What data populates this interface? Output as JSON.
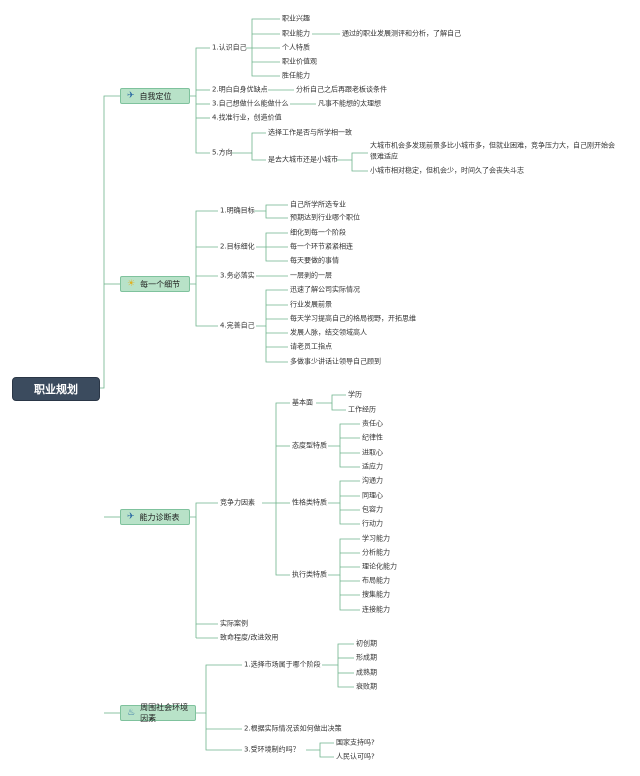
{
  "root": "职业规划",
  "s1": {
    "label": "自我定位",
    "icon": "paper-plane-icon",
    "b1": {
      "label": "1.认识自己",
      "items": [
        "职业兴趣",
        "职业能力",
        "个人特质",
        "职业价值观",
        "胜任能力"
      ],
      "note": "通过的职业发展测评和分析，了解自己"
    },
    "b2": {
      "label": "2.明白自身优缺点",
      "note": "分析自己之后再跟老板谈条件"
    },
    "b3": {
      "label": "3.自己想做什么能做什么",
      "note": "凡事不能想的太理想"
    },
    "b4": {
      "label": "4.找准行业，创造价值"
    },
    "b5": {
      "label": "5.方向",
      "c1": "选择工作是否与所学相一致",
      "c2": "是去大城市还是小城市",
      "d1a": "大城市机会多发现前景多比小城市多，但就业困难，竞争压力大，自己刚开始会",
      "d1b": "很难适应",
      "d2": "小城市相对稳定，但机会少，时间久了会丧失斗志"
    }
  },
  "s2": {
    "label": "每一个细节",
    "icon": "sun-icon",
    "b1": {
      "label": "1.明确目标",
      "items": [
        "自己所学所选专业",
        "预期达到行业哪个职位"
      ]
    },
    "b2": {
      "label": "2.目标细化",
      "items": [
        "细化到每一个阶段",
        "每一个环节紧紧相连",
        "每天要做的事情"
      ]
    },
    "b3": {
      "label": "3.务必落实",
      "note": "一层剥的一层"
    },
    "b4": {
      "label": "4.完善自己",
      "items": [
        "迅速了解公司实际情况",
        "行业发展前景",
        "每天学习提高自己的格局视野，开拓思维",
        "发展人脉，结交领域高人",
        "请老员工指点",
        "多做事少讲话让领导自己顾到"
      ]
    }
  },
  "s3": {
    "label": "能力诊断表",
    "icon": "paper-plane-icon",
    "b1": {
      "label": "竞争力因素",
      "c1": {
        "label": "基本面",
        "items": [
          "学历",
          "工作经历"
        ]
      },
      "c2": {
        "label": "态度型特质",
        "items": [
          "责任心",
          "纪律性",
          "进取心",
          "适应力"
        ]
      },
      "c3": {
        "label": "性格类特质",
        "items": [
          "沟通力",
          "同理心",
          "包容力",
          "行动力"
        ]
      },
      "c4": {
        "label": "执行类特质",
        "items": [
          "学习能力",
          "分析能力",
          "理论化能力",
          "布局能力",
          "搜集能力",
          "连接能力"
        ]
      }
    },
    "b2": {
      "label": "实际案例"
    },
    "b3": {
      "label": "致命程度/改进效用"
    }
  },
  "s4": {
    "label": "周围社会环境因素",
    "icon": "flame-icon",
    "b1": {
      "label": "1.选择市场属于哪个阶段",
      "items": [
        "初创期",
        "形成期",
        "成熟期",
        "衰败期"
      ]
    },
    "b2": {
      "label": "2.根据实际情况该如何做出决策"
    },
    "b3": {
      "label": "3.受环境制约吗？",
      "items": [
        "国家支持吗?",
        "人民认可吗?"
      ]
    }
  },
  "colors": {
    "line": "#6fb48c",
    "main_fill": "#b8e2c8",
    "root_fill": "#3b4b5e"
  }
}
